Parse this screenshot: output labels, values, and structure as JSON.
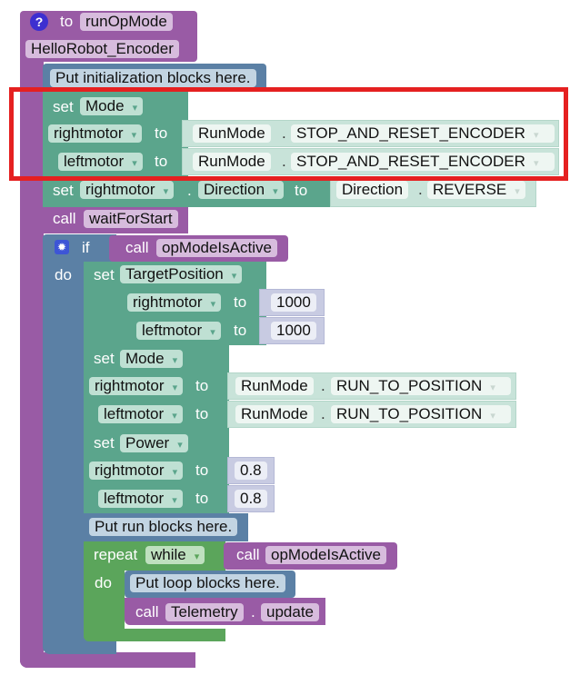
{
  "function": {
    "to_label": "to",
    "name": "runOpMode",
    "class_name": "HelloRobot_Encoder"
  },
  "comments": {
    "init": "Put initialization blocks here.",
    "run": "Put run blocks here.",
    "loop": "Put loop blocks here."
  },
  "kw": {
    "set": "set",
    "to": "to",
    "call": "call",
    "if": "if",
    "do": "do",
    "repeat": "repeat",
    "dot": "."
  },
  "set_mode_init": {
    "property": "Mode",
    "rows": [
      {
        "motor": "rightmotor",
        "enum": "RunMode",
        "value": "STOP_AND_RESET_ENCODER"
      },
      {
        "motor": "leftmotor",
        "enum": "RunMode",
        "value": "STOP_AND_RESET_ENCODER"
      }
    ]
  },
  "set_direction": {
    "motor": "rightmotor",
    "property": "Direction",
    "enum": "Direction",
    "value": "REVERSE"
  },
  "wait": {
    "name": "waitForStart"
  },
  "if_cond": {
    "name": "opModeIsActive"
  },
  "set_target": {
    "property": "TargetPosition",
    "rows": [
      {
        "motor": "rightmotor",
        "value": "1000"
      },
      {
        "motor": "leftmotor",
        "value": "1000"
      }
    ]
  },
  "set_mode_run": {
    "property": "Mode",
    "rows": [
      {
        "motor": "rightmotor",
        "enum": "RunMode",
        "value": "RUN_TO_POSITION"
      },
      {
        "motor": "leftmotor",
        "enum": "RunMode",
        "value": "RUN_TO_POSITION"
      }
    ]
  },
  "set_power": {
    "property": "Power",
    "rows": [
      {
        "motor": "rightmotor",
        "value": "0.8"
      },
      {
        "motor": "leftmotor",
        "value": "0.8"
      }
    ]
  },
  "repeat": {
    "mode": "while",
    "cond": "opModeIsActive"
  },
  "telemetry": {
    "object": "Telemetry",
    "method": "update"
  },
  "colors": {
    "procedure": "#995ba5",
    "comment": "#5b80a5",
    "motor": "#5ba58c",
    "loop": "#5ba55b",
    "highlight": "#e52020"
  }
}
